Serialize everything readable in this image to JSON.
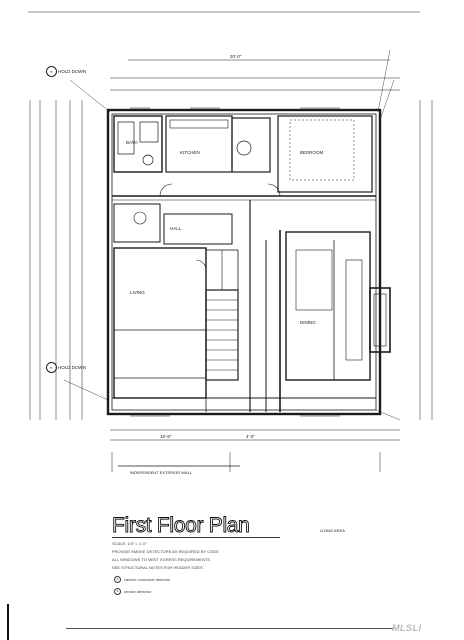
{
  "title": "First Floor Plan",
  "watermark": "MLSLI",
  "labels": {
    "bedroom": "BEDROOM",
    "bath": "BATH",
    "kitchen": "KITCHEN",
    "living": "LIVING",
    "dining": "DINING",
    "hall": "HALL",
    "hold_down_top": "HOLD DOWN",
    "hold_down_bottom": "HOLD DOWN",
    "independent_wall": "INDEPENDENT EXTERIOR WALL",
    "dim_main": "20'-0\"",
    "dim_side": "16'-6\"",
    "dim_small": "4'-0\""
  },
  "notes": {
    "scale": "SCALE: 1/4\" = 1'-0\"",
    "line1": "PROVIDE SMOKE DETECTORS AS REQUIRED BY CODE",
    "line2": "ALL WINDOWS TO MEET EGRESS REQUIREMENTS",
    "line3": "SEE STRUCTURAL NOTES FOR HEADER SIZES",
    "legend1": "carbon monoxide detector",
    "legend2": "smoke detector",
    "area": "LIVING AREA"
  }
}
